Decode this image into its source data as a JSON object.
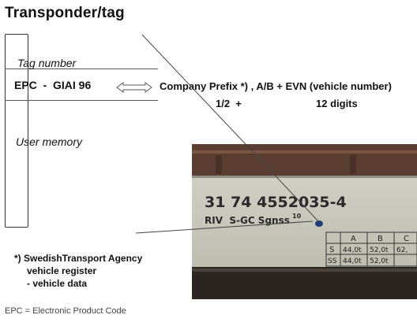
{
  "title": "Transponder/tag",
  "tag": {
    "tag_number_label": "Tag number",
    "epc_label": "EPC  -  GIAI 96",
    "user_memory_label": "User memory"
  },
  "encoding": {
    "company_line": "Company Prefix *) , A/B + EVN (vehicle number)",
    "digits_left": "1/2  +",
    "digits_right": "12 digits"
  },
  "photo": {
    "wagon_number": "31 74 4552035-4",
    "wagon_code": "RIV  S-GC Sgnss",
    "wagon_code_sup": "10",
    "table_headers": [
      "A",
      "B",
      "C"
    ],
    "table_rows": [
      [
        "S",
        "44,0t",
        "52,0t",
        "62,"
      ],
      [
        "SS",
        "44,0t",
        "52,0t",
        ""
      ]
    ]
  },
  "agency": {
    "line1": "*) SwedishTransport Agency",
    "line2": "vehicle register",
    "line3": "- vehicle data"
  },
  "footnote": "EPC = Electronic Product Code"
}
